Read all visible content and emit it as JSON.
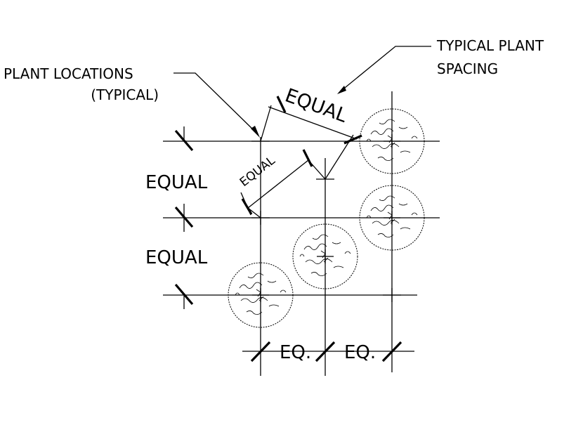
{
  "labels": {
    "plant_locations_line1": "PLANT LOCATIONS",
    "plant_locations_line2": "(TYPICAL)",
    "typical_spacing_line1": "TYPICAL PLANT",
    "typical_spacing_line2": "SPACING",
    "equal_diagonal_top": "EQUAL",
    "equal_diagonal_inner": "EQUAL",
    "equal_row_upper": "EQUAL",
    "equal_row_lower": "EQUAL",
    "eq_col_left": "EQ.",
    "eq_col_right": "EQ."
  },
  "colors": {
    "ink": "#000000",
    "background": "#ffffff"
  }
}
